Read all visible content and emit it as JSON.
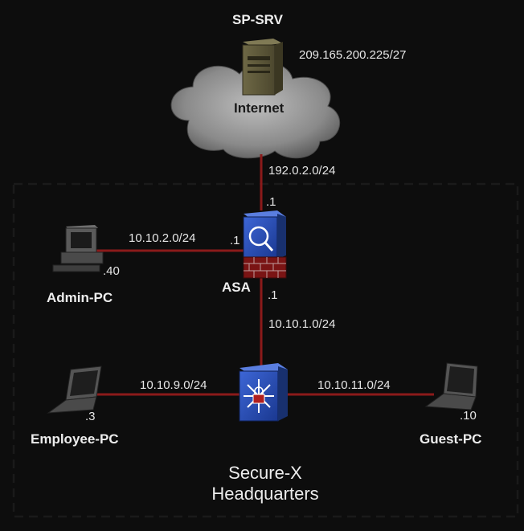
{
  "internet": {
    "server_name": "SP-SRV",
    "server_subnet": "209.165.200.225/27",
    "cloud_label": "Internet",
    "uplink_subnet": "192.0.2.0/24"
  },
  "asa": {
    "name": "ASA",
    "outside_host": ".1",
    "admin_side_host": ".1",
    "inside_host": ".1"
  },
  "admin": {
    "name": "Admin-PC",
    "subnet": "10.10.2.0/24",
    "host": ".40"
  },
  "core": {
    "subnet": "10.10.1.0/24"
  },
  "employee": {
    "name": "Employee-PC",
    "subnet": "10.10.9.0/24",
    "host": ".3"
  },
  "guest": {
    "name": "Guest-PC",
    "subnet": "10.10.11.0/24",
    "host": ".10"
  },
  "site": {
    "line1": "Secure-X",
    "line2": "Headquarters"
  },
  "colors": {
    "background": "#0d0d0d",
    "link": "#8b1a1a",
    "boundary": "#1a1a1a",
    "device_blue": "#2d52b8"
  }
}
